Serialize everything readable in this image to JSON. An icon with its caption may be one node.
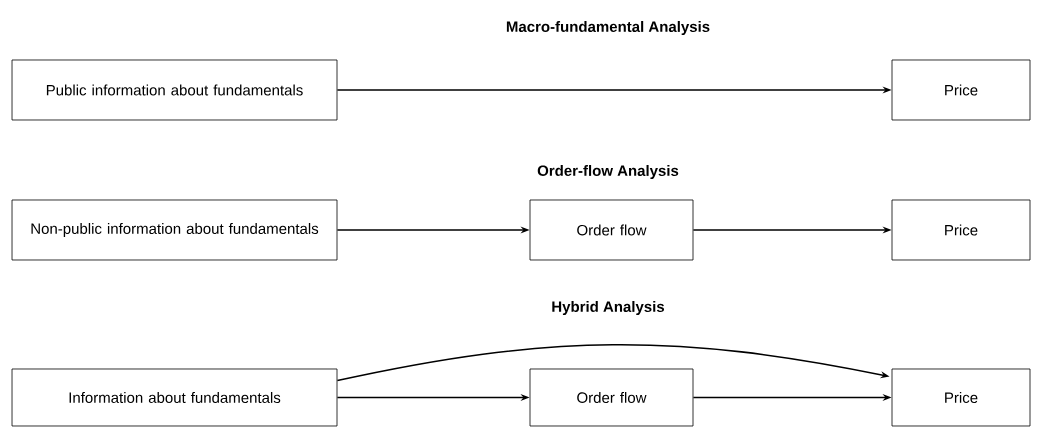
{
  "diagram": {
    "nodes": [
      {
        "text": [
          "Public information about fundamentals"
        ]
      },
      {
        "text": [
          "Price"
        ]
      },
      {
        "text": [
          "Non-public information about fundamentals"
        ]
      },
      {
        "text": [
          "Order flow"
        ]
      },
      {
        "text": [
          "Price"
        ]
      },
      {
        "text": [
          "Information about fundamentals"
        ]
      },
      {
        "text": [
          "Order flow"
        ]
      },
      {
        "text": [
          "Price"
        ]
      }
    ],
    "edges": [
      {
        "from": 0,
        "to": 1,
        "arrow": "to"
      },
      {
        "from": 2,
        "to": 3,
        "arrow": "to"
      },
      {
        "from": 3,
        "to": 4,
        "arrow": "to"
      },
      {
        "from": 5,
        "to": 7,
        "arrow": "to"
      },
      {
        "from": 5,
        "to": 6,
        "arrow": "to"
      },
      {
        "from": 6,
        "to": 7,
        "arrow": "to"
      }
    ],
    "labels": [
      "Macro-fundamental Analysis",
      "Order-flow Analysis",
      "Hybrid Analysis"
    ]
  }
}
